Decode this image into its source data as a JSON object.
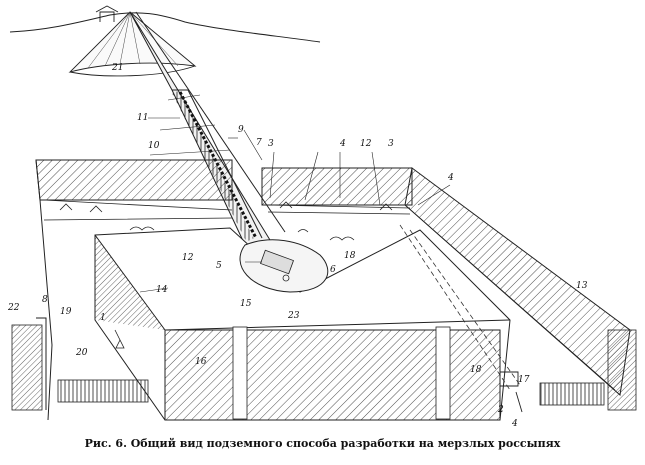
{
  "caption": "Рис. 6. Общий вид подземного способа разработки на мерзлых россыпях",
  "labels": {
    "l1": "1",
    "l2": "2",
    "l3a": "3",
    "l3b": "3",
    "l4a": "4",
    "l4b": "4",
    "l4c": "4",
    "l5": "5",
    "l6": "6",
    "l7": "7",
    "l8": "8",
    "l9": "9",
    "l10": "10",
    "l11": "11",
    "l12a": "12",
    "l12b": "12",
    "l13": "13",
    "l14": "14",
    "l15": "15",
    "l16": "16",
    "l17": "17",
    "l18a": "18",
    "l18b": "18",
    "l19": "19",
    "l20": "20",
    "l21": "21",
    "l22": "22",
    "l23": "23"
  }
}
